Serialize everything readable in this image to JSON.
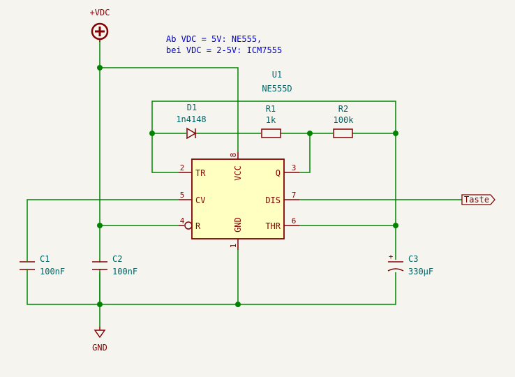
{
  "note": {
    "line1": "Ab VDC = 5V: NE555,",
    "line2": "bei VDC = 2-5V: ICM7555"
  },
  "power": {
    "vdc_label": "+VDC",
    "gnd_label": "GND"
  },
  "ic": {
    "ref": "U1",
    "value": "NE555D",
    "pins": {
      "tr": {
        "name": "TR",
        "num": "2"
      },
      "cv": {
        "name": "CV",
        "num": "5"
      },
      "r": {
        "name": "R",
        "num": "4"
      },
      "q": {
        "name": "Q",
        "num": "3"
      },
      "dis": {
        "name": "DIS",
        "num": "7"
      },
      "thr": {
        "name": "THR",
        "num": "6"
      },
      "vcc": {
        "name": "VCC",
        "num": "8"
      },
      "gnd": {
        "name": "GND",
        "num": "1"
      }
    }
  },
  "components": {
    "d1": {
      "ref": "D1",
      "value": "1n4148"
    },
    "r1": {
      "ref": "R1",
      "value": "1k"
    },
    "r2": {
      "ref": "R2",
      "value": "100k"
    },
    "c1": {
      "ref": "C1",
      "value": "100nF"
    },
    "c2": {
      "ref": "C2",
      "value": "100nF"
    },
    "c3": {
      "ref": "C3",
      "value": "330µF"
    }
  },
  "labels": {
    "taste": "Taste"
  },
  "colors": {
    "wire": "#008400",
    "component": "#840000",
    "ic_fill": "#ffffc2",
    "reference_text": "#006464",
    "note_text": "#0000c8",
    "background": "#f5f4ef"
  }
}
